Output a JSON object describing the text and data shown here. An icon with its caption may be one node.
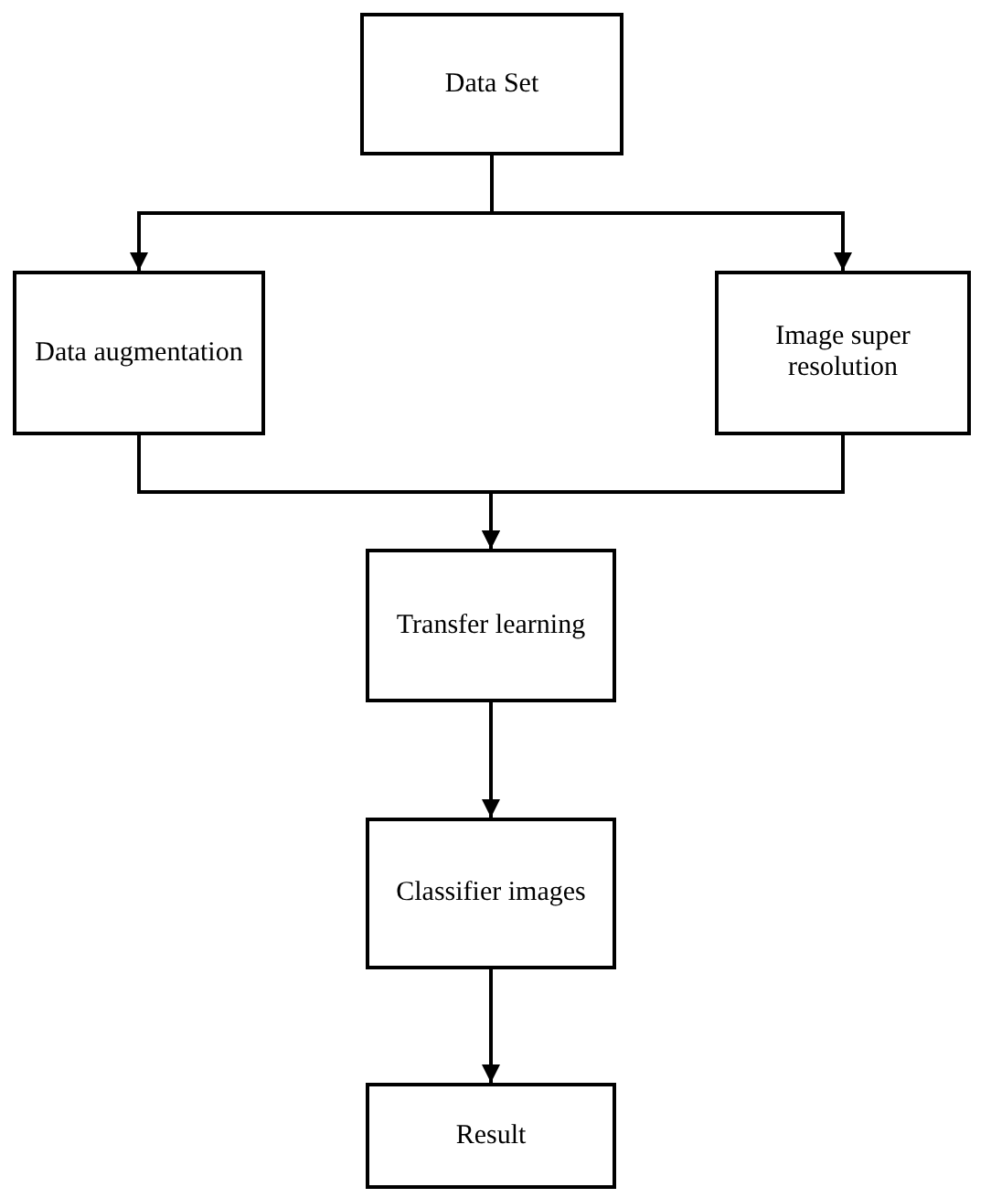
{
  "diagram": {
    "nodes": [
      {
        "text": [
          "Data Set"
        ]
      },
      {
        "text": [
          "Data augmentation"
        ]
      },
      {
        "text": [
          "Image super resolution"
        ]
      },
      {
        "text": [
          "Transfer learning"
        ]
      },
      {
        "text": [
          "Classifier images"
        ]
      },
      {
        "text": [
          "Result"
        ]
      }
    ],
    "edges": [
      {
        "from": 0,
        "to": 1,
        "arrow": "to"
      },
      {
        "from": 0,
        "to": 2,
        "arrow": "to"
      },
      {
        "from": 1,
        "to": 3,
        "arrow": "to"
      },
      {
        "from": 2,
        "to": 3,
        "arrow": "to"
      },
      {
        "from": 3,
        "to": 4,
        "arrow": "to"
      },
      {
        "from": 4,
        "to": 5,
        "arrow": "to"
      }
    ]
  }
}
